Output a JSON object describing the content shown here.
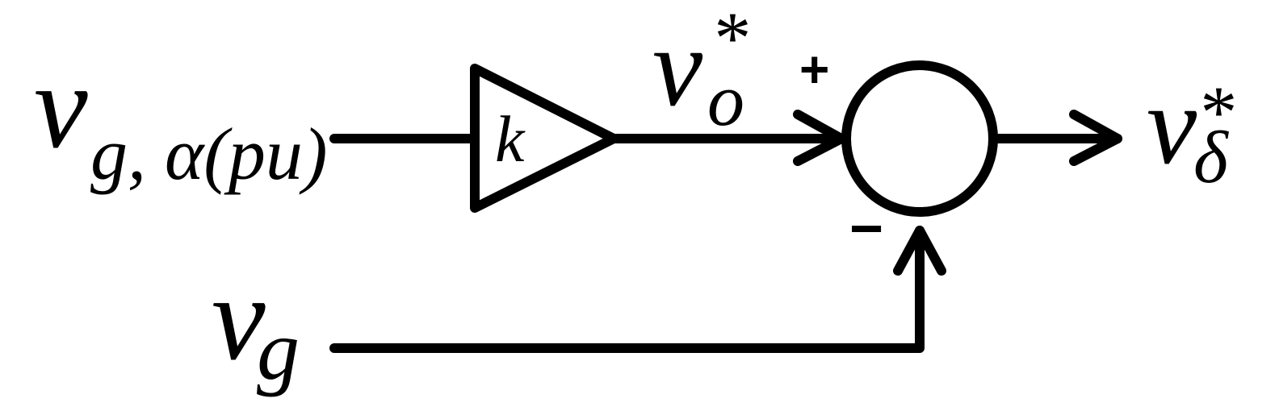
{
  "diagram": {
    "inputs": {
      "top": {
        "main": "v",
        "sub": "g, α(pu)"
      },
      "bottom": {
        "main": "v",
        "sub": "g"
      }
    },
    "gain": {
      "label": "k"
    },
    "reference": {
      "main": "v",
      "sub": "o",
      "sup": "*"
    },
    "summer": {
      "plus": "+",
      "minus": "−"
    },
    "output": {
      "main": "v",
      "sub": "δ",
      "sup": "*"
    }
  }
}
